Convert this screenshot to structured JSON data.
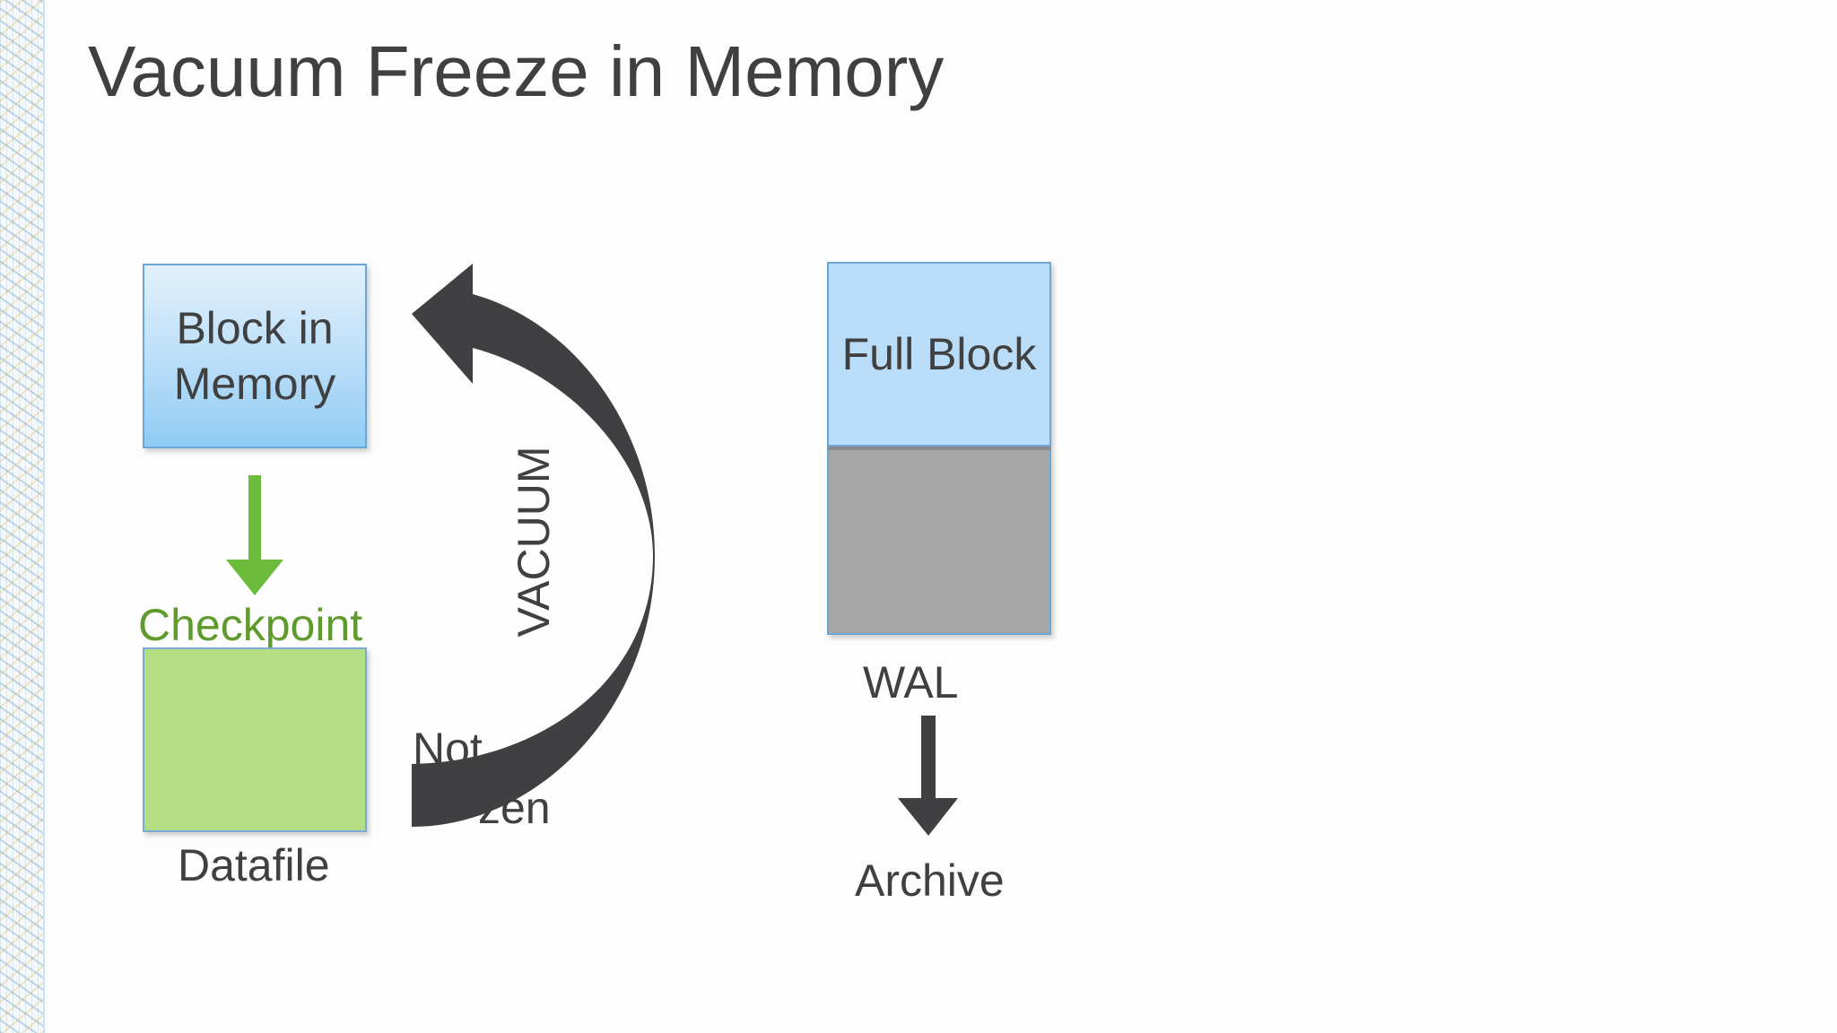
{
  "slide": {
    "title": "Vacuum Freeze in Memory"
  },
  "diagram": {
    "memory_block": "Block in Memory",
    "checkpoint": "Checkpoint",
    "datafile": "Datafile",
    "vacuum": "VACUUM",
    "not_frozen_part1": "Not",
    "not_frozen_part2": "zen",
    "full_block": "Full Block",
    "wal": "WAL",
    "archive": "Archive"
  },
  "colors": {
    "memory_blue": "#b9ddf8",
    "datafile_green": "#b3de83",
    "checkpoint_green": "#5e9b2b",
    "arrow_green": "#6cbb3c",
    "arrow_dark": "#404043",
    "wal_grey": "#a6a6a6"
  },
  "icons": {
    "checkpoint_arrow": "arrow-down-icon",
    "vacuum_arrow": "curved-arrow-icon",
    "archive_arrow": "arrow-down-icon"
  }
}
